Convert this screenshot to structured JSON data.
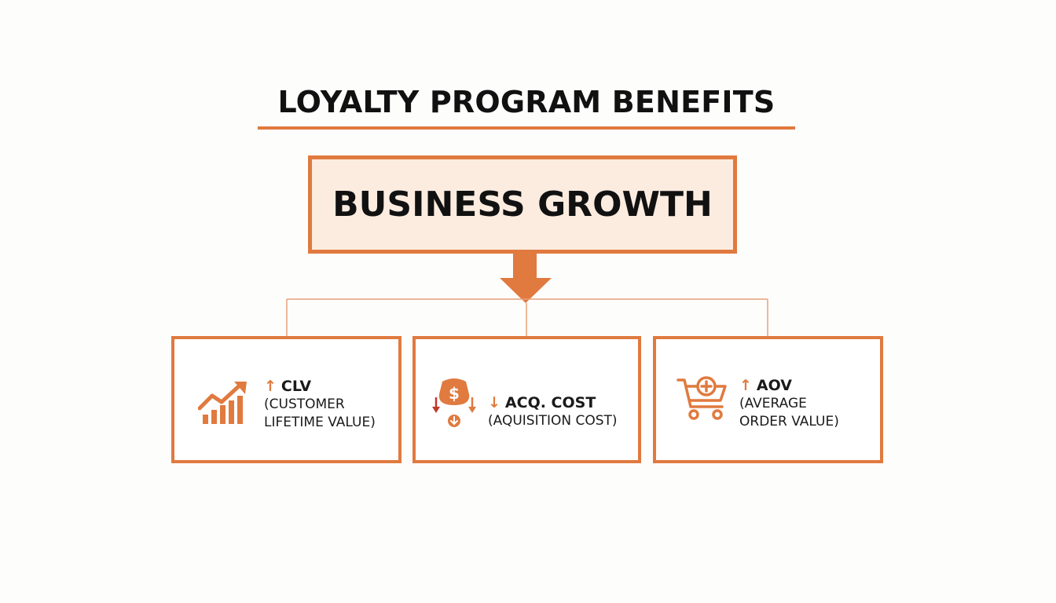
{
  "title": "LOYALTY PROGRAM BENEFITS",
  "root": {
    "label": "BUSINESS GROWTH"
  },
  "accent_color": "#e07a3f",
  "root_fill_color": "#fcece0",
  "benefits": [
    {
      "icon": "rising-bar-chart-icon",
      "arrow": "↑",
      "head": "CLV",
      "line1": "(CUSTOMER",
      "line2": "LIFETIME VALUE)"
    },
    {
      "icon": "dollar-bag-down-arrows-icon",
      "arrow": "↓",
      "head": "ACQ. COST",
      "line1": "(AQUISITION COST)",
      "line2": ""
    },
    {
      "icon": "shopping-cart-plus-icon",
      "arrow": "↑",
      "head": "AOV",
      "line1": "(AVERAGE",
      "line2": "ORDER VALUE)"
    }
  ]
}
